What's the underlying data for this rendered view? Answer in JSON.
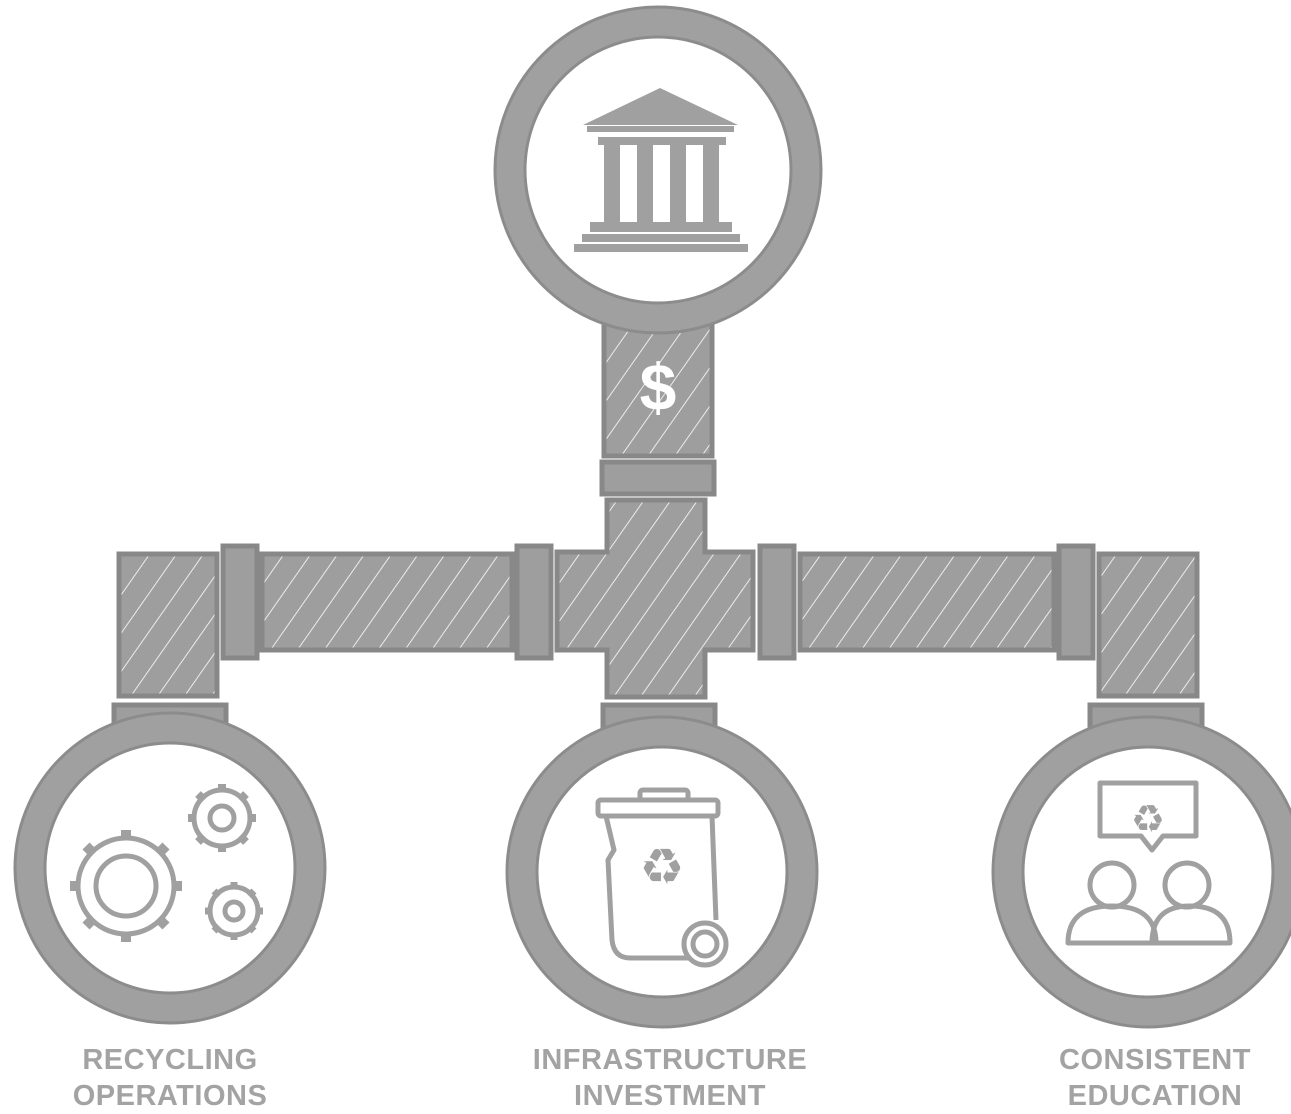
{
  "symbol": "$",
  "nodes": [
    {
      "icon": "bank-icon"
    },
    {
      "icon": "gears-icon",
      "line1": "RECYCLING",
      "line2": "OPERATIONS"
    },
    {
      "icon": "recycling-bin-icon",
      "line1": "INFRASTRUCTURE",
      "line2": "INVESTMENT"
    },
    {
      "icon": "people-recycling-speech-icon",
      "line1": "CONSISTENT",
      "line2": "EDUCATION"
    }
  ],
  "colors": {
    "ring": "#a0a0a0",
    "ring_dark": "#8c8c8c",
    "pipe": "#9e9e9e",
    "pipe_edge": "#888888",
    "hatch": "#ffffff",
    "text": "#a3a3a3"
  }
}
